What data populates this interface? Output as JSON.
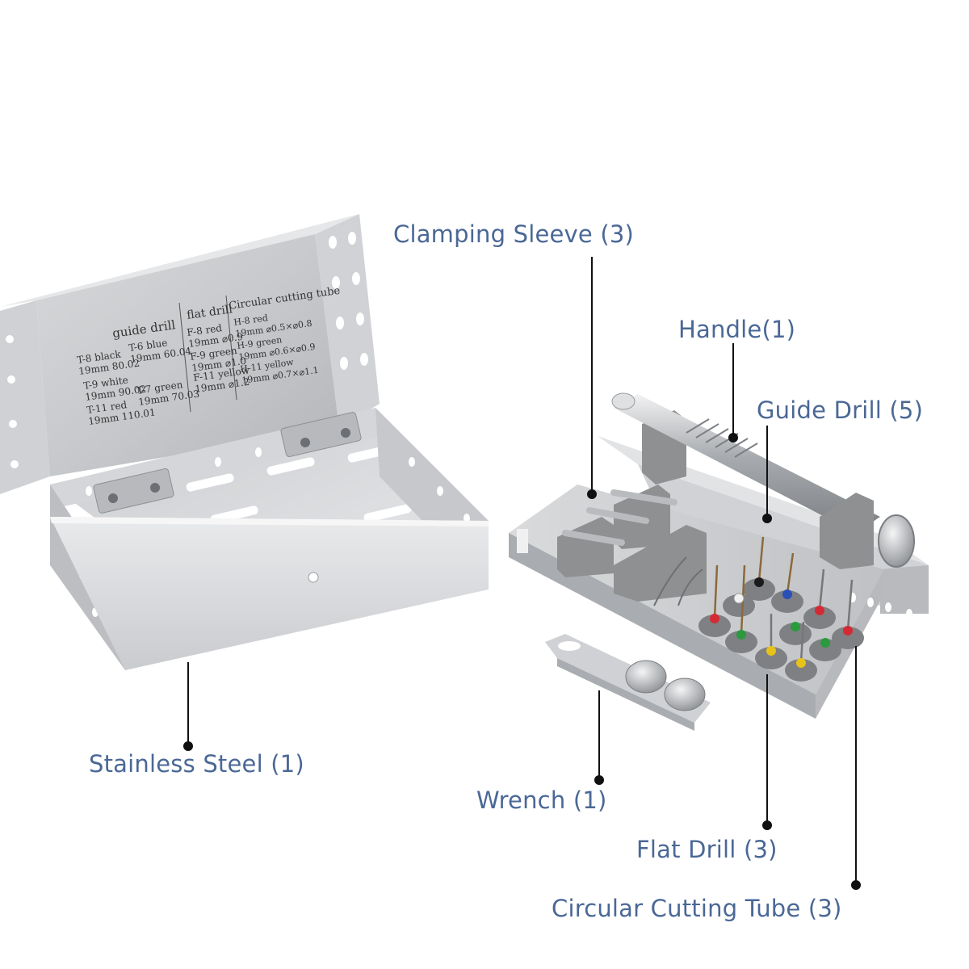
{
  "labels": {
    "clamping_sleeve": "Clamping Sleeve (3)",
    "handle": "Handle(1)",
    "guide_drill": "Guide Drill (5)",
    "stainless_steel": "Stainless Steel (1)",
    "wrench": "Wrench (1)",
    "flat_drill": "Flat Drill (3)",
    "circular_cutting_tube": "Circular Cutting Tube (3)"
  },
  "lid_table": {
    "guide_drill": {
      "header": "guide drill",
      "entries": [
        {
          "code": "T-8 black",
          "spec": "19mm 80.02"
        },
        {
          "code": "T-6 blue",
          "spec": "19mm 60.04"
        },
        {
          "code": "T-9 white",
          "spec": "19mm 90.02"
        },
        {
          "code": "T-11 red",
          "spec": "19mm 110.01"
        },
        {
          "code": "T-7 green",
          "spec": "19mm 70.03"
        }
      ]
    },
    "flat_drill": {
      "header": "flat drill",
      "entries": [
        {
          "code": "F-8 red",
          "spec": "19mm ⌀0.9"
        },
        {
          "code": "F-9 green",
          "spec": "19mm ⌀1.0"
        },
        {
          "code": "F-11 yellow",
          "spec": "19mm ⌀1.2"
        }
      ]
    },
    "circular_cutting_tube": {
      "header": "Circular cutting tube",
      "entries": [
        {
          "code": "H-8 red",
          "spec": "19mm ⌀0.5×⌀0.8"
        },
        {
          "code": "H-9 green",
          "spec": "19mm ⌀0.6×⌀0.9"
        },
        {
          "code": "H-11 yellow",
          "spec": "19mm ⌀0.7×⌀1.1"
        }
      ]
    }
  },
  "colors": {
    "label_text": "#4a6896",
    "leader_line": "#111111",
    "steel_light": "#e4e5e7",
    "steel_mid": "#c4c6c9",
    "steel_dark": "#9a9da1",
    "silicone_grey": "#8f9092",
    "drill_red": "#d42a35",
    "drill_green": "#2b9a3e",
    "drill_blue": "#2a4fb5",
    "drill_yellow": "#e6c21a",
    "drill_white": "#f1f1f1",
    "drill_black": "#1b1b1b"
  }
}
